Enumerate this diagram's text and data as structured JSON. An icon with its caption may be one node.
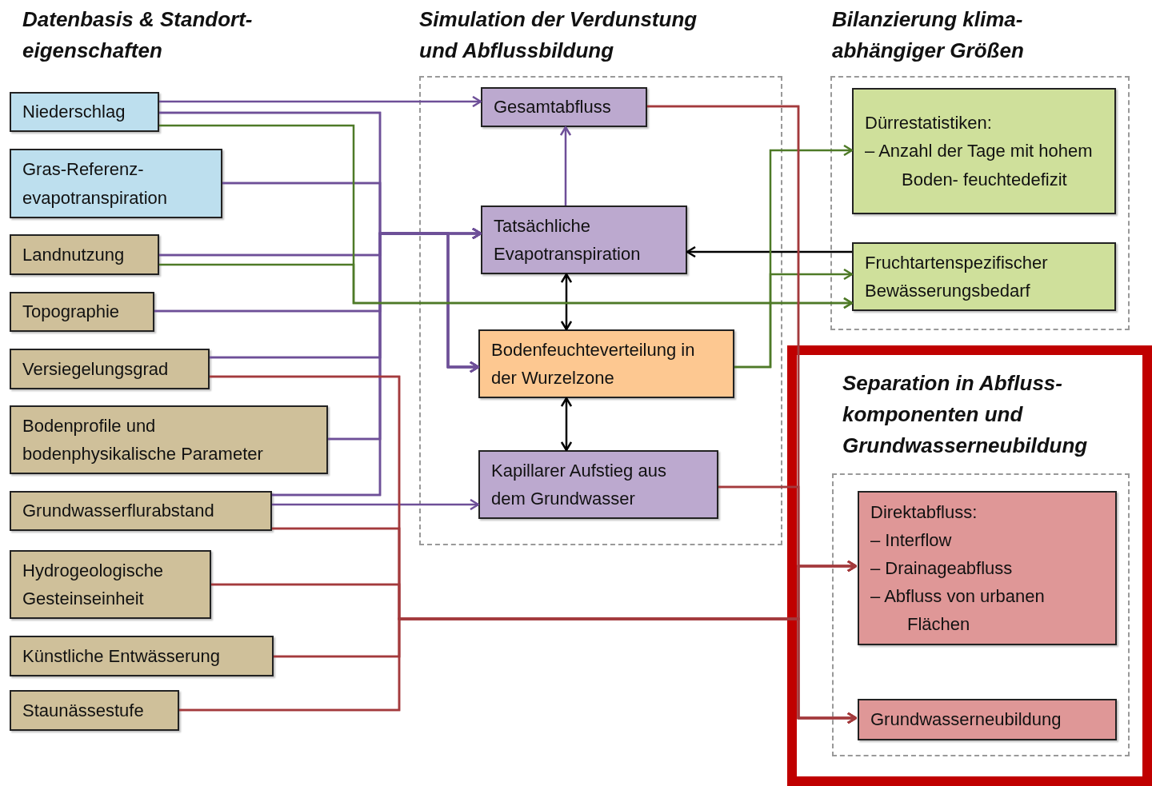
{
  "diagram": {
    "nodes": [
      {
        "text": [
          "Niederschlag"
        ]
      },
      {
        "text": [
          "Gras-Referenz- evapotranspiration"
        ]
      },
      {
        "text": [
          "Landnutzung"
        ]
      },
      {
        "text": [
          "Topographie"
        ]
      },
      {
        "text": [
          "Versiegelungsgrad"
        ]
      },
      {
        "text": [
          "Bodenprofile und bodenphysikalische Parameter"
        ]
      },
      {
        "text": [
          "Grundwasserflurabstand"
        ]
      },
      {
        "text": [
          "Hydrogeologische Gesteinseinheit"
        ]
      },
      {
        "text": [
          "Künstliche Entwässerung"
        ]
      },
      {
        "text": [
          "Staunässestufe"
        ]
      },
      {
        "text": [
          "Simulation der Verdunstung und Abflussbildung"
        ]
      },
      {
        "text": [
          "Gesamtabfluss"
        ],
        "in": 10
      },
      {
        "text": [
          "Tatsächliche Evapotranspiration"
        ],
        "in": 10
      },
      {
        "text": [
          "Bodenfeuchteverteilung in der Wurzelzone"
        ],
        "in": 10
      },
      {
        "text": [
          "Kapillarer Aufstieg aus dem Grundwasser"
        ],
        "in": 10
      },
      {
        "text": [
          "Bilanzierung klima- abhängiger Größen"
        ]
      },
      {
        "text": [
          "Dürrestatistiken:",
          "– Anzahl der Tage mit hohem Boden- feuchtedefizit"
        ],
        "in": 15
      },
      {
        "text": [
          "Fruchtartenspezifischer Bewässerungsbedarf"
        ],
        "in": 15
      },
      {
        "text": [
          "Separation in Abfluss- komponenten und Grundwasserneubildung"
        ]
      },
      {
        "text": [],
        "shape": "box",
        "in": 18
      },
      {
        "text": [
          "Direktabfluss:",
          "– Interflow",
          "– Drainageabfluss",
          "– Abfluss von urbanen Flächen"
        ],
        "in": 19
      },
      {
        "text": [
          "Grundwasserneubildung"
        ],
        "in": 19
      }
    ],
    "edges": [
      {
        "from": 0,
        "to": 11,
        "arrow": "to"
      },
      {
        "from": 0,
        "to": 12,
        "arrow": "to"
      },
      {
        "from": 1,
        "to": 12,
        "arrow": "to"
      },
      {
        "from": 2,
        "to": 12,
        "arrow": "to"
      },
      {
        "from": 3,
        "to": 12,
        "arrow": "to"
      },
      {
        "from": 4,
        "to": 12,
        "arrow": "to"
      },
      {
        "from": 5,
        "to": 12,
        "arrow": "to"
      },
      {
        "from": 6,
        "to": 12,
        "arrow": "to"
      },
      {
        "from": 0,
        "to": 13,
        "arrow": "to"
      },
      {
        "from": 1,
        "to": 13,
        "arrow": "to"
      },
      {
        "from": 2,
        "to": 13,
        "arrow": "to"
      },
      {
        "from": 3,
        "to": 13,
        "arrow": "to"
      },
      {
        "from": 4,
        "to": 13,
        "arrow": "to"
      },
      {
        "from": 5,
        "to": 13,
        "arrow": "to"
      },
      {
        "from": 6,
        "to": 13,
        "arrow": "to"
      },
      {
        "from": 6,
        "to": 14,
        "arrow": "to"
      },
      {
        "from": 12,
        "to": 11,
        "arrow": "to"
      },
      {
        "from": 12,
        "to": 13,
        "arrow": "both",
        "color": "#000000"
      },
      {
        "from": 13,
        "to": 14,
        "arrow": "both",
        "color": "#000000"
      },
      {
        "from": 17,
        "to": 12,
        "arrow": "to",
        "color": "#000000"
      },
      {
        "from": 0,
        "to": 17,
        "arrow": "to",
        "color": "#4e7a27"
      },
      {
        "from": 2,
        "to": 17,
        "arrow": "to",
        "color": "#4e7a27"
      },
      {
        "from": 13,
        "to": 16,
        "arrow": "to",
        "color": "#4e7a27"
      },
      {
        "from": 13,
        "to": 17,
        "arrow": "to",
        "color": "#4e7a27"
      },
      {
        "from": 11,
        "to": 20,
        "arrow": "to",
        "color": "#a33a3c"
      },
      {
        "from": 11,
        "to": 21,
        "arrow": "to",
        "color": "#a33a3c"
      },
      {
        "from": 14,
        "to": 20,
        "arrow": "to",
        "color": "#a33a3c"
      },
      {
        "from": 14,
        "to": 21,
        "arrow": "to",
        "color": "#a33a3c"
      },
      {
        "from": 4,
        "to": 20,
        "arrow": "to",
        "color": "#a33a3c"
      },
      {
        "from": 4,
        "to": 21,
        "arrow": "to",
        "color": "#a33a3c"
      },
      {
        "from": 6,
        "to": 20,
        "arrow": "to",
        "color": "#a33a3c"
      },
      {
        "from": 6,
        "to": 21,
        "arrow": "to",
        "color": "#a33a3c"
      },
      {
        "from": 7,
        "to": 20,
        "arrow": "to",
        "color": "#a33a3c"
      },
      {
        "from": 7,
        "to": 21,
        "arrow": "to",
        "color": "#a33a3c"
      },
      {
        "from": 8,
        "to": 20,
        "arrow": "to",
        "color": "#a33a3c"
      },
      {
        "from": 8,
        "to": 21,
        "arrow": "to",
        "color": "#a33a3c"
      },
      {
        "from": 9,
        "to": 20,
        "arrow": "to",
        "color": "#a33a3c"
      },
      {
        "from": 9,
        "to": 21,
        "arrow": "to",
        "color": "#a33a3c"
      }
    ],
    "labels": [
      "Datenbasis & Standort- eigenschaften"
    ]
  }
}
